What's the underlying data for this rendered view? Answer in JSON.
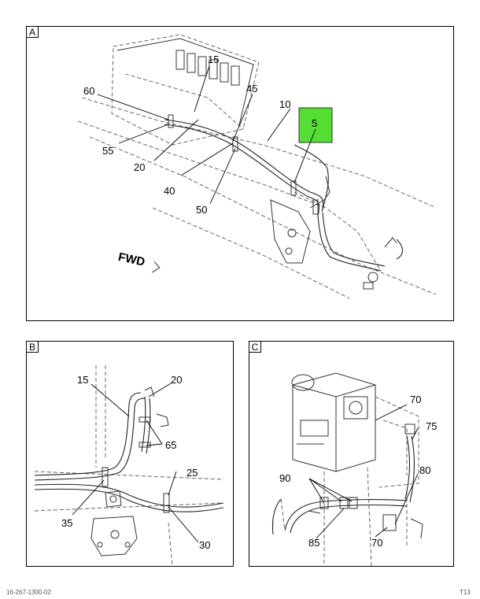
{
  "panels": {
    "a": {
      "label": "A"
    },
    "b": {
      "label": "B"
    },
    "c": {
      "label": "C"
    }
  },
  "highlight_color": "#55dd33",
  "callouts_a": {
    "c15": "15",
    "c60": "60",
    "c45": "45",
    "c10": "10",
    "c5": "5",
    "c55": "55",
    "c20": "20",
    "c40": "40",
    "c50": "50"
  },
  "fwd_label": "FWD",
  "callouts_b": {
    "c15": "15",
    "c20": "20",
    "c65": "65",
    "c25": "25",
    "c35": "35",
    "c30": "30"
  },
  "callouts_c": {
    "c70a": "70",
    "c75": "75",
    "c90": "90",
    "c80": "80",
    "c85": "85",
    "c70b": "70"
  },
  "footer": {
    "left": "16-267-1300-02",
    "right": "T13"
  }
}
